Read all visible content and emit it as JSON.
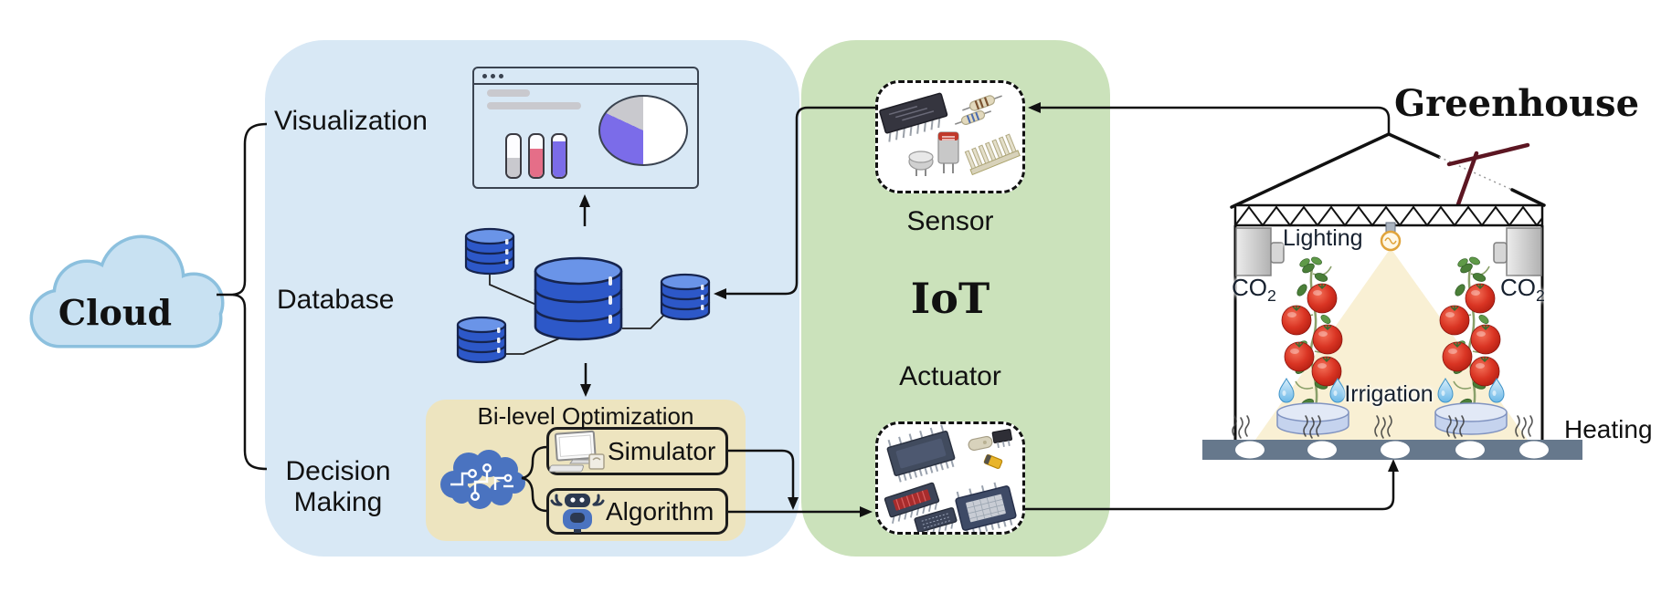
{
  "cloud": {
    "label": "Cloud"
  },
  "cloud_sections": {
    "visualization": "Visualization",
    "database": "Database",
    "decision_line1": "Decision",
    "decision_line2": "Making"
  },
  "optimization": {
    "title": "Bi-level Optimization",
    "simulator": "Simulator",
    "algorithm": "Algorithm"
  },
  "iot": {
    "title": "IoT",
    "sensor": "Sensor",
    "actuator": "Actuator"
  },
  "greenhouse": {
    "title": "Greenhouse",
    "lighting": "Lighting",
    "co2_left": {
      "base": "CO",
      "sub": "2"
    },
    "co2_right": {
      "base": "CO",
      "sub": "2"
    },
    "irrigation": "Irrigation",
    "heating": "Heating"
  },
  "icons": {
    "cloud_shape": "cloud-icon",
    "dashboard": "browser-dashboard-icon",
    "database_cluster": "database-cylinders-icon",
    "brain": "ai-brain-circuit-icon",
    "computer": "simulator-computer-icon",
    "robot": "algorithm-robot-icon",
    "sensor_components": "electronic-components-icon",
    "actuator_components": "microchips-icon",
    "light_bulb": "light-bulb-icon",
    "tomato_plant": "tomato-plant-icon",
    "water_drop": "water-drop-icon",
    "steam": "heat-steam-icon"
  },
  "colors": {
    "cloud_panel_bg": "#D8E8F5",
    "iot_panel_bg": "#CBE2BB",
    "optimization_bg": "#EDE4BF",
    "cloud_fill": "#C8E1F2",
    "cloud_border": "#8CC0DE",
    "database_blue": "#2D58C8",
    "accent_purple": "#7B6CE9",
    "accent_pink": "#E56E88",
    "tomato_red": "#C8281A",
    "light_beam": "#F8ECC9",
    "floor_gray": "#66788C",
    "antenna_maroon": "#5C1622"
  }
}
